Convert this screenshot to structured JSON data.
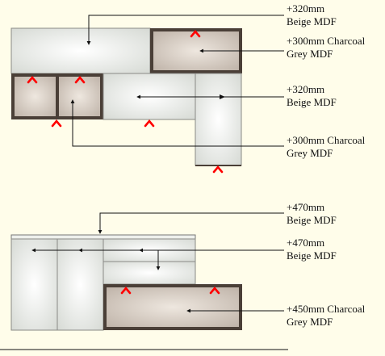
{
  "colors": {
    "background": "#fffdea",
    "beige_panel": "#e3e6e1",
    "charcoal_panel": "#c9bdb1",
    "frame": "#4a3f37",
    "marker": "#ff0000",
    "leader": "#111111"
  },
  "labels": [
    {
      "id": "top-beige-1",
      "size": "+320mm",
      "material": "Beige MDF"
    },
    {
      "id": "top-charcoal-1",
      "size": "+300mm Charcoal",
      "material": "Grey MDF"
    },
    {
      "id": "top-beige-2",
      "size": "+320mm",
      "material": "Beige MDF"
    },
    {
      "id": "top-charcoal-2",
      "size": "+300mm Charcoal",
      "material": "Grey MDF"
    },
    {
      "id": "bottom-beige-1",
      "size": "+470mm",
      "material": "Beige MDF"
    },
    {
      "id": "bottom-beige-2",
      "size": "+470mm",
      "material": "Beige MDF"
    },
    {
      "id": "bottom-charcoal-1",
      "size": "+450mm Charcoal",
      "material": "Grey MDF"
    }
  ]
}
